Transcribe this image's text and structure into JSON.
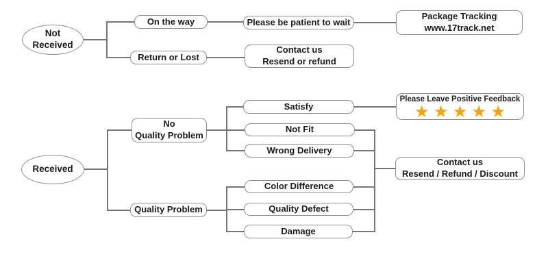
{
  "diagram": {
    "type": "flowchart",
    "topic": "customer service decision tree for order delivery and quality issues",
    "colors": {
      "background": "#FFFFFF",
      "node_border": "#8F8F8F",
      "connector_line": "#757575",
      "text": "#1A1A1A",
      "star": "#F7A305"
    },
    "nodes": {
      "not_received": {
        "line1": "Not",
        "line2": "Received"
      },
      "received": {
        "label": "Received"
      },
      "on_the_way": {
        "label": "On the way"
      },
      "be_patient": {
        "label": "Please be patient to wait"
      },
      "package_tracking": {
        "line1": "Package Tracking",
        "line2": "www.17track.net"
      },
      "return_or_lost": {
        "label": "Return or Lost"
      },
      "contact_resend_refund": {
        "line1": "Contact us",
        "line2": "Resend or refund"
      },
      "no_quality_problem": {
        "line1": "No",
        "line2": "Quality Problem"
      },
      "satisfy": {
        "label": "Satisfy"
      },
      "positive_feedback": {
        "label": "Please Leave Positive Feedback",
        "stars": "★★★★★",
        "star_count": 5
      },
      "not_fit": {
        "label": "Not Fit"
      },
      "wrong_delivery": {
        "label": "Wrong Delivery"
      },
      "quality_problem": {
        "label": "Quality Problem"
      },
      "color_difference": {
        "label": "Color Difference"
      },
      "quality_defect": {
        "label": "Quality Defect"
      },
      "damage": {
        "label": "Damage"
      },
      "contact_resend_refund_discount": {
        "line1": "Contact us",
        "line2": "Resend / Refund / Discount"
      }
    },
    "edges": [
      [
        "not_received",
        "on_the_way"
      ],
      [
        "not_received",
        "return_or_lost"
      ],
      [
        "on_the_way",
        "be_patient"
      ],
      [
        "be_patient",
        "package_tracking"
      ],
      [
        "return_or_lost",
        "contact_resend_refund"
      ],
      [
        "received",
        "no_quality_problem"
      ],
      [
        "received",
        "quality_problem"
      ],
      [
        "no_quality_problem",
        "satisfy"
      ],
      [
        "no_quality_problem",
        "not_fit"
      ],
      [
        "no_quality_problem",
        "wrong_delivery"
      ],
      [
        "satisfy",
        "positive_feedback"
      ],
      [
        "not_fit",
        "contact_resend_refund_discount"
      ],
      [
        "wrong_delivery",
        "contact_resend_refund_discount"
      ],
      [
        "quality_problem",
        "color_difference"
      ],
      [
        "quality_problem",
        "quality_defect"
      ],
      [
        "quality_problem",
        "damage"
      ],
      [
        "color_difference",
        "contact_resend_refund_discount"
      ],
      [
        "quality_defect",
        "contact_resend_refund_discount"
      ],
      [
        "damage",
        "contact_resend_refund_discount"
      ]
    ]
  }
}
